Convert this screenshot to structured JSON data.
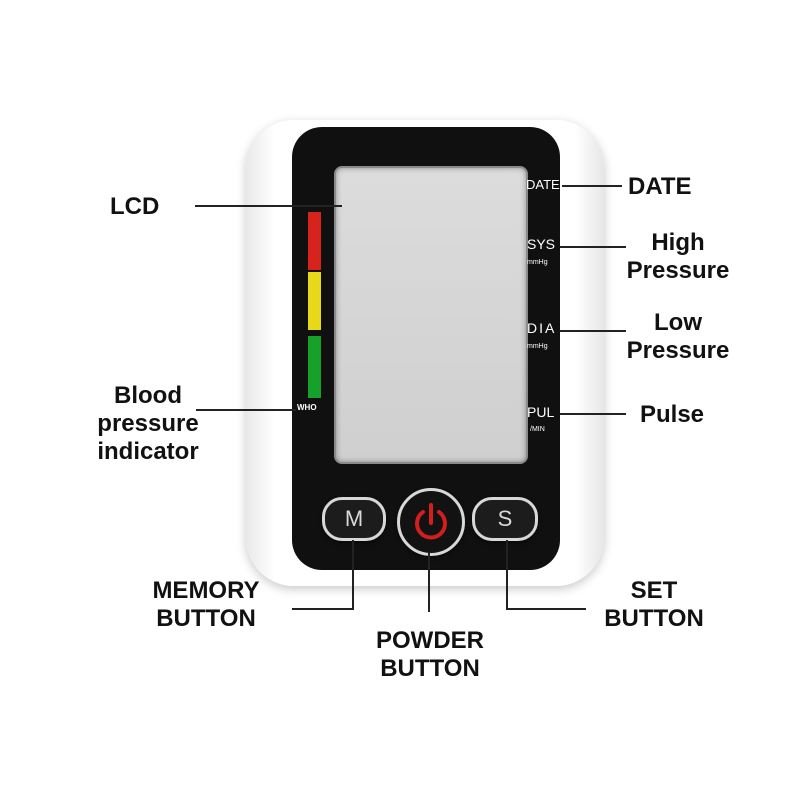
{
  "device": {
    "who_label": "WHO",
    "date_label": "DATE",
    "sys_label": "SYS",
    "sys_unit": "mmHg",
    "dia_label": "DIA",
    "dia_unit": "mmHg",
    "pul_label": "PUL",
    "pul_unit": "/MIN",
    "memory_glyph": "M",
    "set_glyph": "S",
    "indicator_colors": [
      "#d6241d",
      "#e8d81a",
      "#16a12b"
    ],
    "power_icon": "power-icon",
    "power_color": "#d41e1e"
  },
  "callouts": {
    "lcd": "LCD",
    "blood_pressure_indicator": [
      "Blood",
      "pressure",
      "indicator"
    ],
    "date": "DATE",
    "high_pressure": [
      "High",
      "Pressure"
    ],
    "low_pressure": [
      "Low",
      "Pressure"
    ],
    "pulse": "Pulse",
    "memory_button": [
      "MEMORY",
      "BUTTON"
    ],
    "powder_button": [
      "POWDER",
      "BUTTON"
    ],
    "set_button": [
      "SET",
      "BUTTON"
    ]
  }
}
